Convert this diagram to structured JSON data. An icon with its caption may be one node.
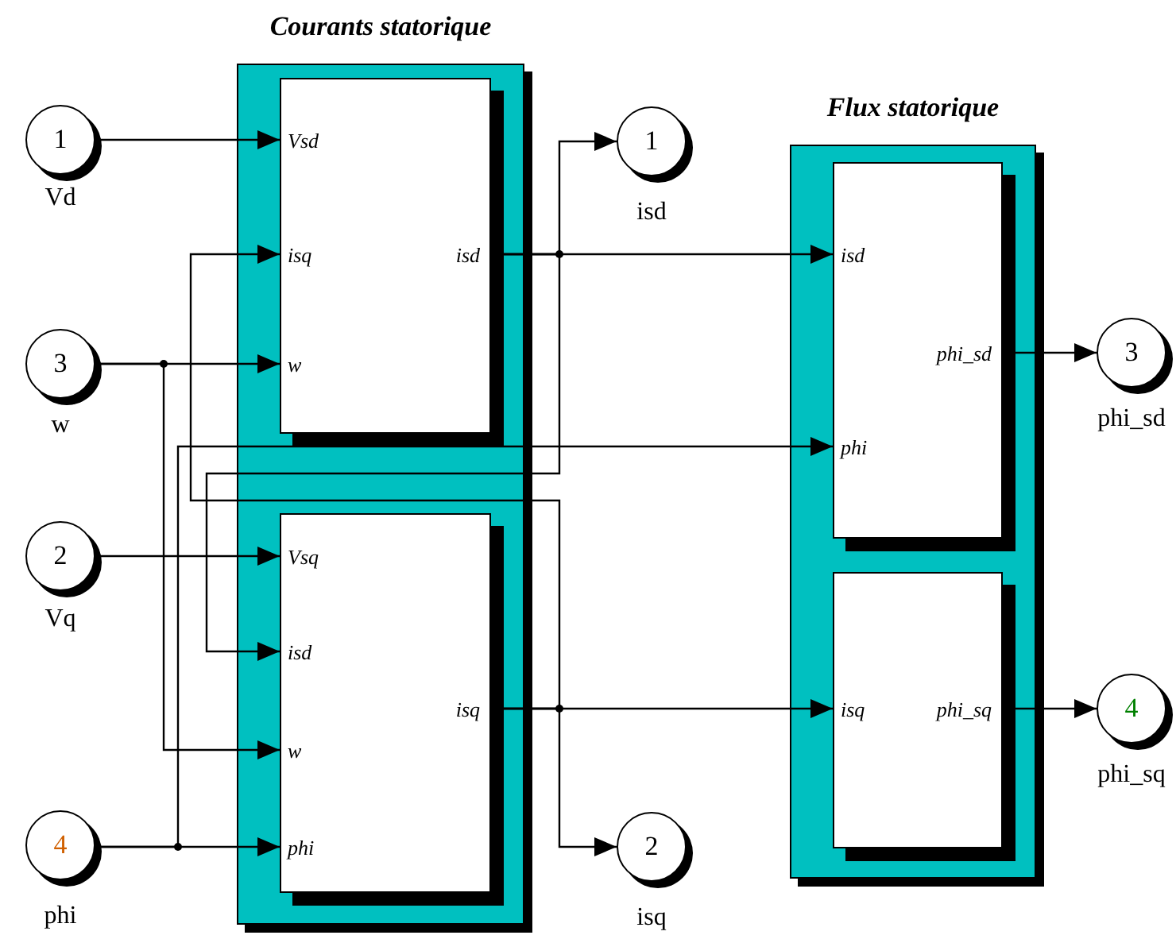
{
  "diagram": {
    "nodes": [
      {
        "text": [
          "Courants statorique"
        ]
      },
      {
        "text": [
          "Vsd",
          "isq",
          "w",
          "isd"
        ],
        "in": 0
      },
      {
        "text": [
          "Vsq",
          "isd",
          "w",
          "phi",
          "isq"
        ],
        "in": 0
      },
      {
        "text": [
          "Flux statorique"
        ]
      },
      {
        "text": [
          "isd",
          "phi",
          "phi_sd"
        ],
        "in": 3
      },
      {
        "text": [
          "isq",
          "phi_sq"
        ],
        "in": 3
      },
      {
        "text": [
          "1"
        ],
        "beside": [
          "Vd"
        ]
      },
      {
        "text": [
          "3"
        ],
        "beside": [
          "w"
        ]
      },
      {
        "text": [
          "2"
        ],
        "beside": [
          "Vq"
        ]
      },
      {
        "text": [
          "4"
        ],
        "beside": [
          "phi"
        ]
      },
      {
        "text": [
          "1"
        ],
        "beside": [
          "isd"
        ]
      },
      {
        "text": [
          "2"
        ],
        "beside": [
          "isq"
        ]
      },
      {
        "text": [
          "3"
        ],
        "beside": [
          "phi_sd"
        ]
      },
      {
        "text": [
          "4"
        ],
        "beside": [
          "phi_sq"
        ]
      }
    ],
    "edges": [
      {
        "from": 6,
        "to": 1,
        "arrow": "to"
      },
      {
        "from": 7,
        "to": 1,
        "arrow": "to"
      },
      {
        "from": 7,
        "to": 2,
        "arrow": "to"
      },
      {
        "from": 8,
        "to": 2,
        "arrow": "to"
      },
      {
        "from": 9,
        "to": 2,
        "arrow": "to"
      },
      {
        "from": 9,
        "to": 4,
        "arrow": "to"
      },
      {
        "from": 1,
        "to": 4,
        "arrow": "to"
      },
      {
        "from": 1,
        "to": 10,
        "arrow": "to"
      },
      {
        "from": 1,
        "to": 2,
        "arrow": "to"
      },
      {
        "from": 2,
        "to": 5,
        "arrow": "to"
      },
      {
        "from": 2,
        "to": 11,
        "arrow": "to"
      },
      {
        "from": 2,
        "to": 1,
        "arrow": "to"
      },
      {
        "from": 4,
        "to": 12,
        "arrow": "to"
      },
      {
        "from": 5,
        "to": 13,
        "arrow": "to"
      }
    ]
  }
}
